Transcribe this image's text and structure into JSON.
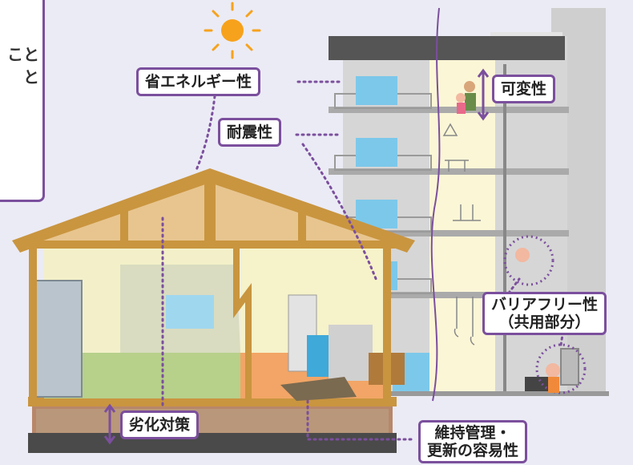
{
  "intro": {
    "line1": "こと",
    "line2": "と"
  },
  "labels": {
    "energy": "省エネルギー性",
    "variability": "可変性",
    "seismic": "耐震性",
    "barrier_line1": "バリアフリー性",
    "barrier_line2": "（共用部分）",
    "deterioration": "劣化対策",
    "maint_line1": "維持管理・",
    "maint_line2": "更新の容易性"
  },
  "colors": {
    "accent": "#7b4f9d",
    "background": "#ebebf5",
    "wood": "#c9953f",
    "sun": "#f7a21c"
  }
}
